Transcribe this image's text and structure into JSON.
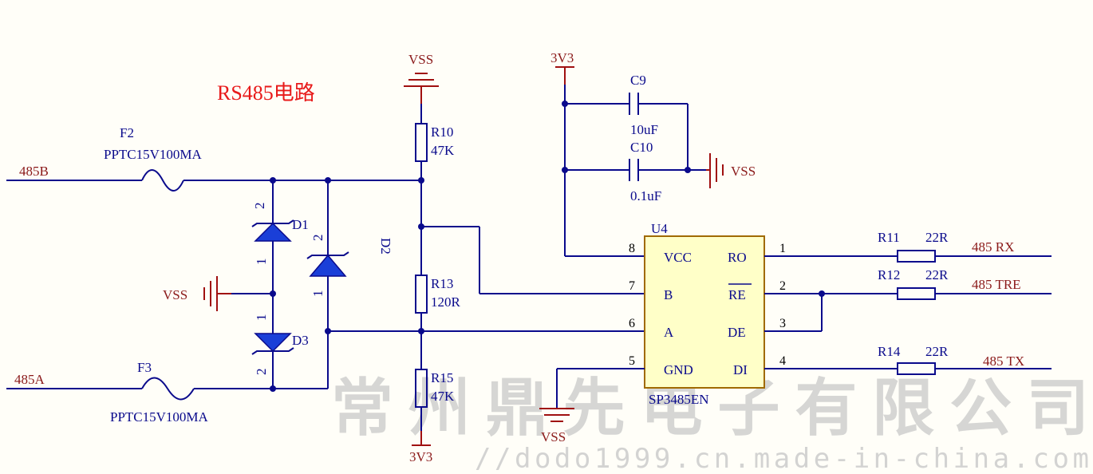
{
  "title": "RS485电路",
  "nets": {
    "n485b": "485B",
    "n485a": "485A",
    "vss_top": "VSS",
    "vss_left": "VSS",
    "vss_cap": "VSS",
    "vss_bottom": "VSS",
    "v3v3_top": "3V3",
    "v3v3_bottom": "3V3",
    "rx": "485  RX",
    "tre": "485  TRE",
    "tx": "485  TX"
  },
  "components": {
    "F2": {
      "ref": "F2",
      "value": "PPTC15V100MA"
    },
    "F3": {
      "ref": "F3",
      "value": "PPTC15V100MA"
    },
    "D1": {
      "ref": "D1",
      "pin_a": "2",
      "pin_b": "1"
    },
    "D3": {
      "ref": "D3",
      "pin_a": "1",
      "pin_b": "2"
    },
    "D2": {
      "ref": "D2",
      "pin_a": "2",
      "pin_b": "1"
    },
    "R10": {
      "ref": "R10",
      "value": "47K"
    },
    "R13": {
      "ref": "R13",
      "value": "120R"
    },
    "R15": {
      "ref": "R15",
      "value": "47K"
    },
    "C9": {
      "ref": "C9",
      "value": "10uF"
    },
    "C10": {
      "ref": "C10",
      "value": "0.1uF"
    },
    "R11": {
      "ref": "R11",
      "value": "22R"
    },
    "R12": {
      "ref": "R12",
      "value": "22R"
    },
    "R14": {
      "ref": "R14",
      "value": "22R"
    },
    "U4": {
      "ref": "U4",
      "part": "SP3485EN",
      "left_pins": [
        {
          "num": "8",
          "name": "VCC"
        },
        {
          "num": "7",
          "name": "B"
        },
        {
          "num": "6",
          "name": "A"
        },
        {
          "num": "5",
          "name": "GND"
        }
      ],
      "right_pins": [
        {
          "num": "1",
          "name": "RO"
        },
        {
          "num": "2",
          "name": "RE"
        },
        {
          "num": "3",
          "name": "DE"
        },
        {
          "num": "4",
          "name": "DI"
        }
      ]
    }
  },
  "watermark": {
    "company": "常州鼎先电子有限公司",
    "url": "//dodo1999.cn.made-in-china.com"
  }
}
